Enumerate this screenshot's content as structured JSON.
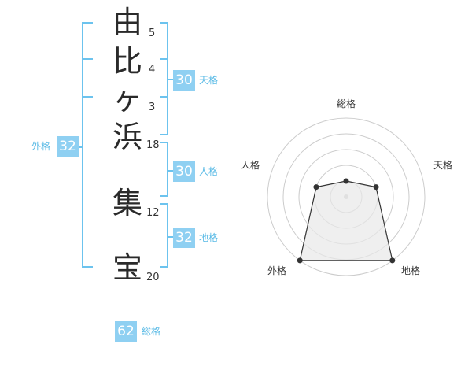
{
  "name_characters": [
    {
      "char": "由",
      "strokes": "5"
    },
    {
      "char": "比",
      "strokes": "4"
    },
    {
      "char": "ヶ",
      "strokes": "3"
    },
    {
      "char": "浜",
      "strokes": "18"
    },
    {
      "char": "集",
      "strokes": "12"
    },
    {
      "char": "宝",
      "strokes": "20"
    }
  ],
  "kakaku": {
    "tenkaku": {
      "value": "30",
      "label": "天格"
    },
    "jinkaku": {
      "value": "30",
      "label": "人格"
    },
    "chikaku": {
      "value": "32",
      "label": "地格"
    },
    "gaikaku": {
      "value": "32",
      "label": "外格"
    },
    "soukaku": {
      "value": "62",
      "label": "総格"
    }
  },
  "radar": {
    "axes": [
      "総格",
      "天格",
      "地格",
      "外格",
      "人格"
    ],
    "levels": 5,
    "values": [
      1,
      2,
      5,
      5,
      2
    ],
    "color": "#333333",
    "fill": "#e8e8e8"
  }
}
